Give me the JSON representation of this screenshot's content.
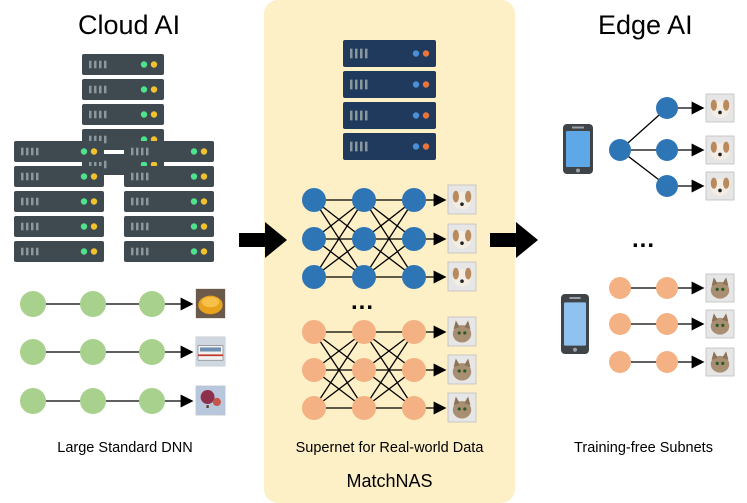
{
  "cloud": {
    "title": "Cloud AI",
    "caption": "Large Standard DNN",
    "thumbs": [
      "food-thumbnail",
      "bus-thumbnail",
      "balloon-thumbnail"
    ]
  },
  "matchnas": {
    "title": "MatchNAS",
    "caption": "Supernet for Real-world Data",
    "ellipsis": "...",
    "dog_thumbs": [
      "dog-thumbnail",
      "dog-thumbnail",
      "dog-thumbnail"
    ],
    "cat_thumbs": [
      "cat-thumbnail",
      "cat-thumbnail",
      "cat-thumbnail"
    ]
  },
  "edge": {
    "title": "Edge AI",
    "caption": "Training-free Subnets",
    "ellipsis": "..."
  },
  "colors": {
    "panel": "#fdefc6",
    "green_node": "#a9d18e",
    "blue_node": "#2e75b6",
    "orange_node": "#f4b183",
    "server_dark": "#3f4a50",
    "server_blue": "#1f3a5c",
    "led_green": "#4ee28c",
    "led_yellow": "#f2c12e",
    "led_blue": "#4a90d9",
    "led_orange": "#e8743b"
  }
}
